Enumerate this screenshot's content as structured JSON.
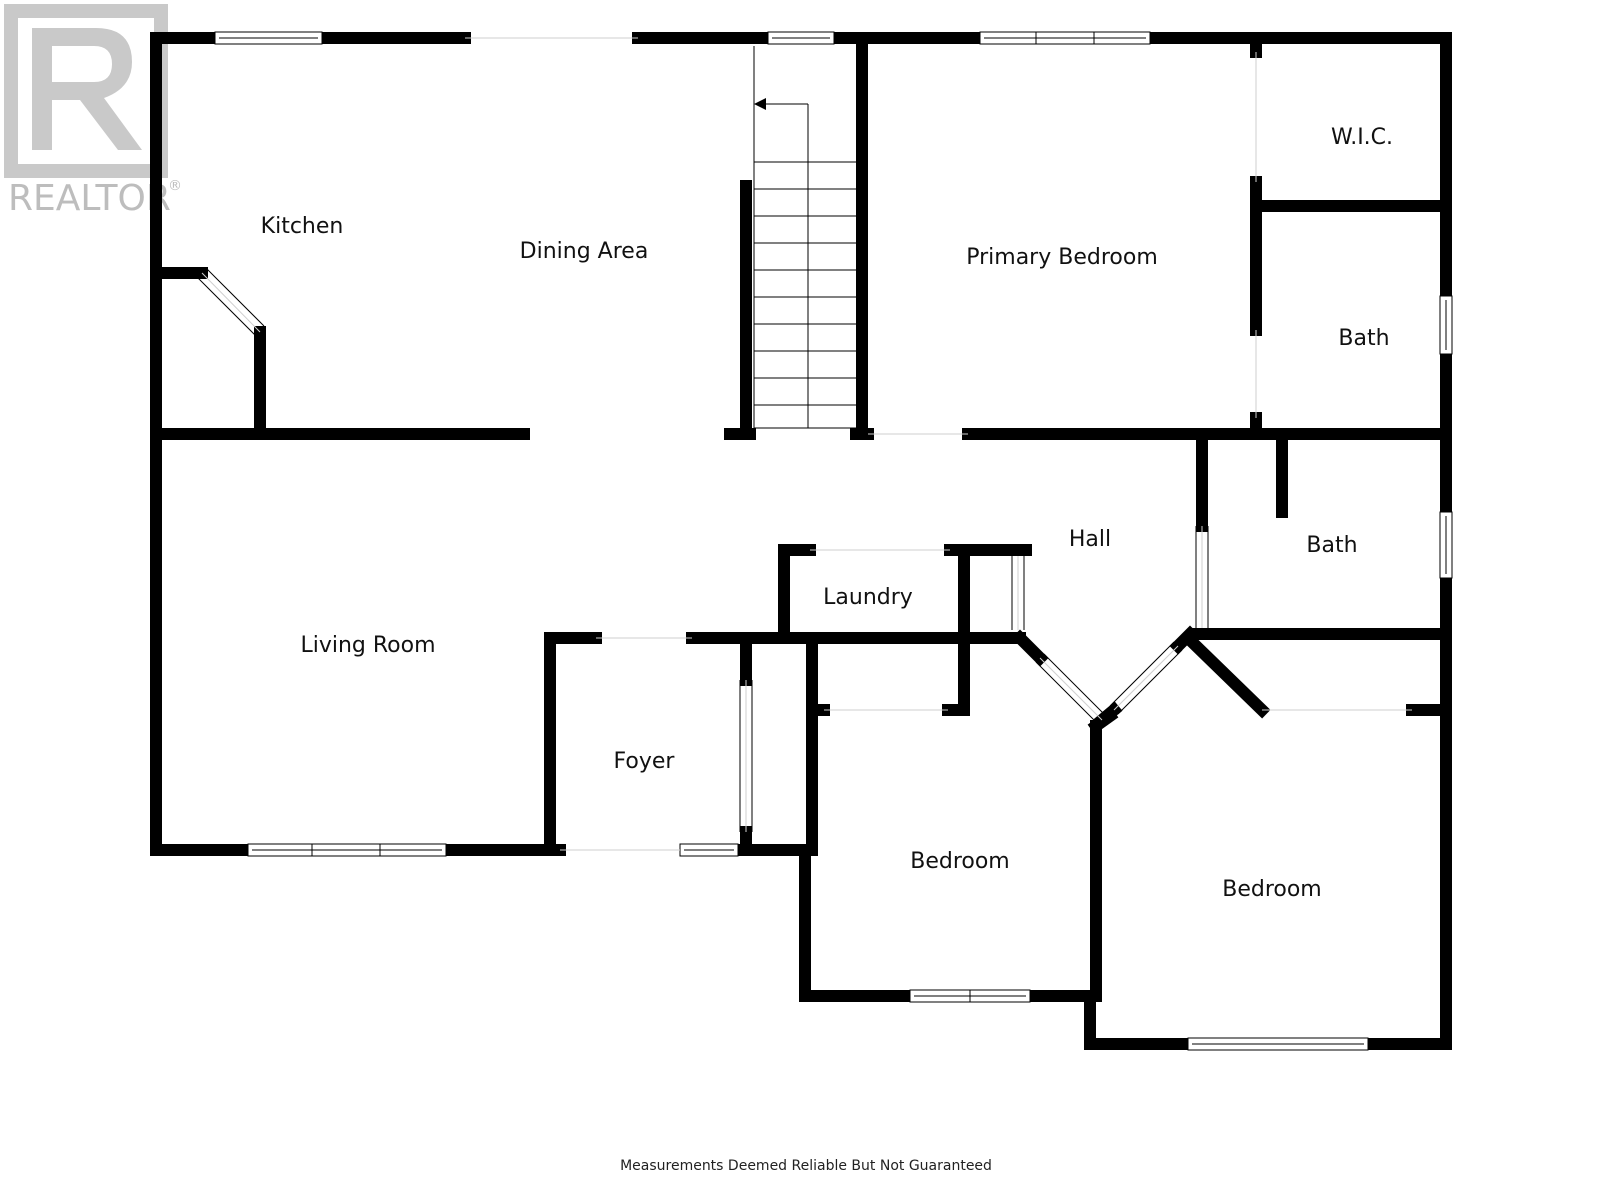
{
  "logo": {
    "text": "REALTOR",
    "registered": "®"
  },
  "rooms": {
    "kitchen": "Kitchen",
    "dining_area": "Dining Area",
    "primary_bedroom": "Primary Bedroom",
    "wic": "W.I.C.",
    "bath_primary": "Bath",
    "hall": "Hall",
    "bath_hall": "Bath",
    "laundry": "Laundry",
    "living_room": "Living Room",
    "foyer": "Foyer",
    "bedroom_middle": "Bedroom",
    "bedroom_right": "Bedroom"
  },
  "footer": {
    "note": "Measurements Deemed Reliable But Not Guaranteed"
  },
  "colors": {
    "wall": "#000000",
    "logo": "#bdbdbd",
    "text": "#111111"
  }
}
